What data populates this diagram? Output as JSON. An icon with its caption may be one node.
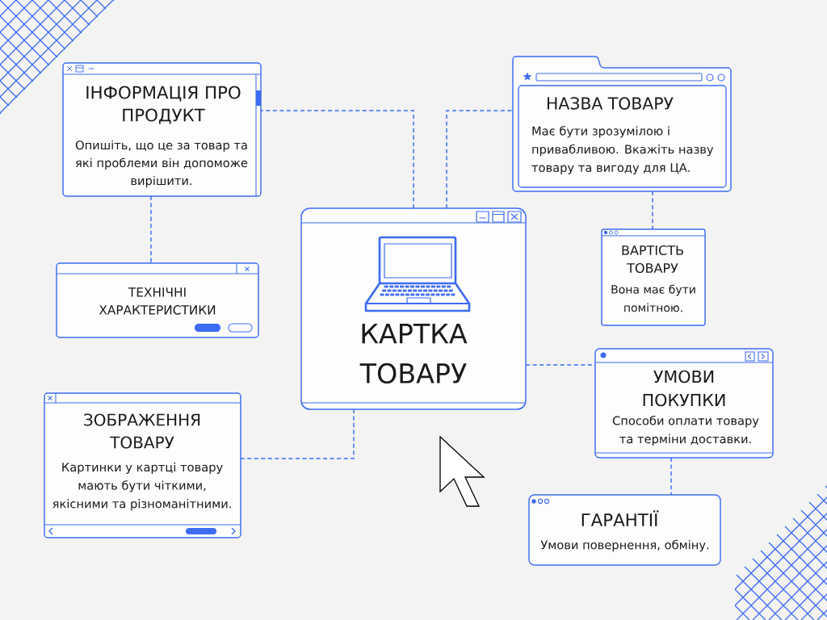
{
  "diagram": {
    "nodes": [
      {
        "text": [
          "ІНФОРМАЦІЯ ПРО ПРОДУКТ",
          "Опишіть, що це за товар та які проблеми він допоможе вирішити."
        ]
      },
      {
        "text": [
          "НАЗВА ТОВАРУ",
          "Має бути зрозумілою і привабливою. Вкажіть назву товару та вигоду для ЦА."
        ]
      },
      {
        "text": [
          "КАРТКА ТОВАРУ"
        ]
      },
      {
        "text": [
          "ТЕХНІЧНІ ХАРАКТЕРИСТИКИ"
        ]
      },
      {
        "text": [
          "ВАРТІСТЬ ТОВАРУ",
          "Вона має бути помітною."
        ]
      },
      {
        "text": [
          "УМОВИ ПОКУПКИ",
          "Способи оплати товару та терміни доставки."
        ]
      },
      {
        "text": [
          "ЗОБРАЖЕННЯ ТОВАРУ",
          "Картинки у картці товару мають бути чіткими, якісними та різноманітними."
        ]
      },
      {
        "text": [
          "ГАРАНТІЇ",
          "Умови повернення, обміну."
        ]
      }
    ],
    "edges": [
      {
        "from": 2,
        "to": 0,
        "arrow": "none",
        "style": "dashed"
      },
      {
        "from": 2,
        "to": 1,
        "arrow": "none",
        "style": "dashed"
      },
      {
        "from": 0,
        "to": 3,
        "arrow": "none",
        "style": "dashed"
      },
      {
        "from": 1,
        "to": 4,
        "arrow": "none",
        "style": "dashed"
      },
      {
        "from": 2,
        "to": 5,
        "arrow": "none",
        "style": "dashed"
      },
      {
        "from": 2,
        "to": 6,
        "arrow": "none",
        "style": "dashed"
      },
      {
        "from": 5,
        "to": 7,
        "arrow": "none",
        "style": "dashed"
      }
    ]
  }
}
